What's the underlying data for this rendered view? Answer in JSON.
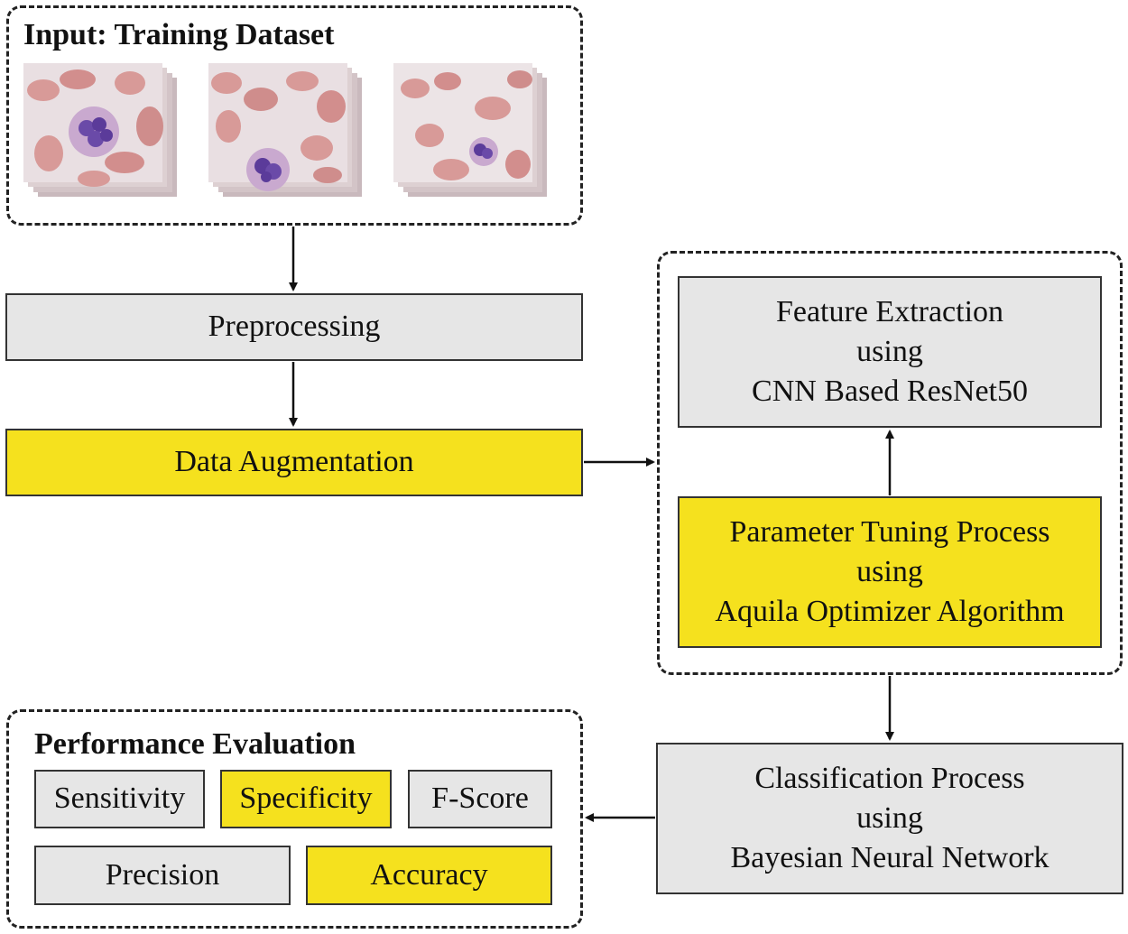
{
  "input": {
    "title": "Input: Training Dataset",
    "images": [
      {
        "name": "blood-smear-image-1"
      },
      {
        "name": "blood-smear-image-2"
      },
      {
        "name": "blood-smear-image-3"
      }
    ]
  },
  "steps": {
    "preprocessing": "Preprocessing",
    "augmentation": "Data Augmentation",
    "feature_extraction": [
      "Feature Extraction",
      "using",
      "CNN Based ResNet50"
    ],
    "parameter_tuning": [
      "Parameter Tuning Process",
      "using",
      "Aquila Optimizer Algorithm"
    ],
    "classification": [
      "Classification Process",
      "using",
      "Bayesian Neural Network"
    ]
  },
  "evaluation": {
    "title": "Performance Evaluation",
    "metrics": [
      "Sensitivity",
      "Specificity",
      "F-Score",
      "Precision",
      "Accuracy"
    ]
  },
  "colors": {
    "gray_box": "#e6e6e6",
    "yellow_box": "#f5e11e",
    "cell_pink": "#d89a98",
    "nucleus_purple": "#6a4aa8"
  }
}
